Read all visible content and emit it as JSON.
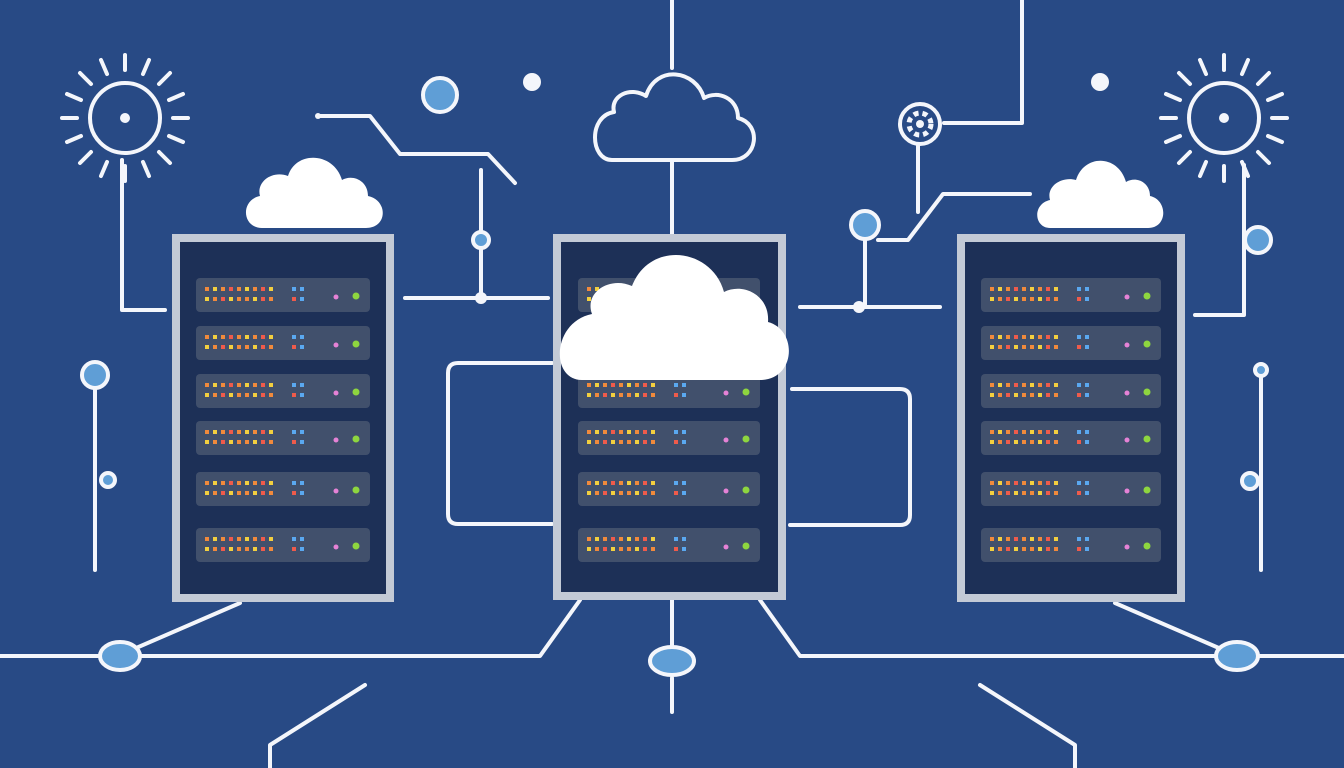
{
  "colors": {
    "background": "#284a85",
    "line": "#f4f6fb",
    "node_fill": "#5f9ed6",
    "rack_frame": "#c3cad6",
    "rack_body": "#1d3057",
    "unit_fill": "#41506c",
    "cloud": "#ffffff",
    "led_orange": "#f08a3c",
    "led_yellow": "#f3cf3f",
    "led_red": "#ef5b4b",
    "led_blue": "#5aa8f0",
    "led_pink": "#e582d6",
    "led_green": "#8ed63f"
  },
  "icons": {
    "left_sun": "sun-icon",
    "right_sun": "sun-icon",
    "top_gear": "gear-icon",
    "center_cloud": "cloud-icon"
  },
  "racks": [
    {
      "name": "server-rack-left",
      "units": 6
    },
    {
      "name": "server-rack-center",
      "units": 6
    },
    {
      "name": "server-rack-right",
      "units": 6
    }
  ]
}
